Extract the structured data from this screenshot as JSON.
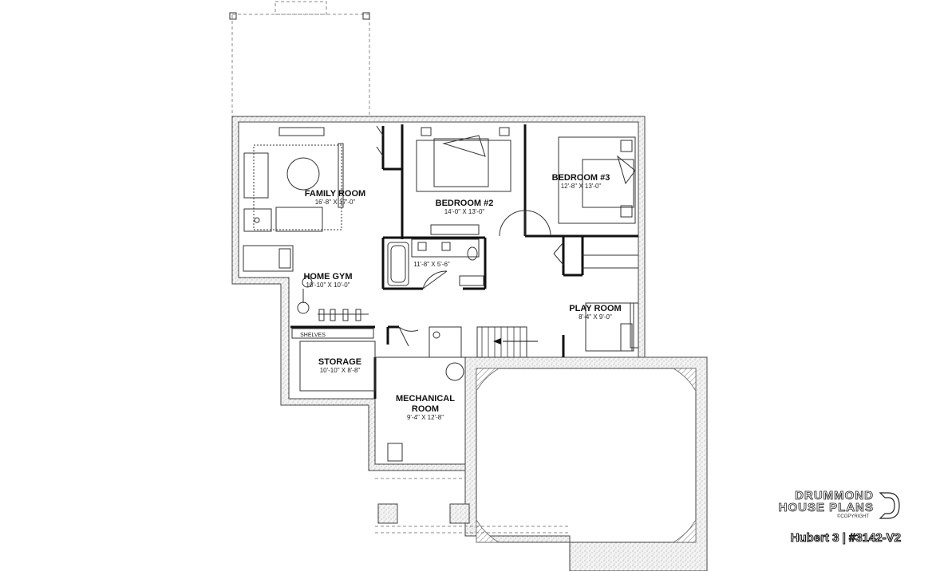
{
  "rooms": {
    "family_room": {
      "name": "FAMILY ROOM",
      "dim": "16'-8\" X 17'-0\""
    },
    "bedroom2": {
      "name": "BEDROOM #2",
      "dim": "14'-0\" X 13'-0\""
    },
    "bedroom3": {
      "name": "BEDROOM #3",
      "dim": "12'-8\" X 13'-0\""
    },
    "bathroom": {
      "dim": "11'-8\" X 5'-6\""
    },
    "home_gym": {
      "name": "HOME GYM",
      "dim": "10'-10\" X 10'-0\""
    },
    "play_room": {
      "name": "PLAY ROOM",
      "dim": "8'-4\" X 9'-0\""
    },
    "storage": {
      "name": "STORAGE",
      "dim": "10'-10\" X 8'-8\""
    },
    "mechanical": {
      "name_line1": "MECHANICAL",
      "name_line2": "ROOM",
      "dim": "9'-4\" X 12'-8\""
    },
    "shelves": "SHELVES"
  },
  "brand": {
    "line1": "DRUMMOND",
    "line2": "HOUSE PLANS",
    "copyright": "©COPYRIGHT",
    "plan_name": "Hubert 3 | #3142-V2"
  }
}
